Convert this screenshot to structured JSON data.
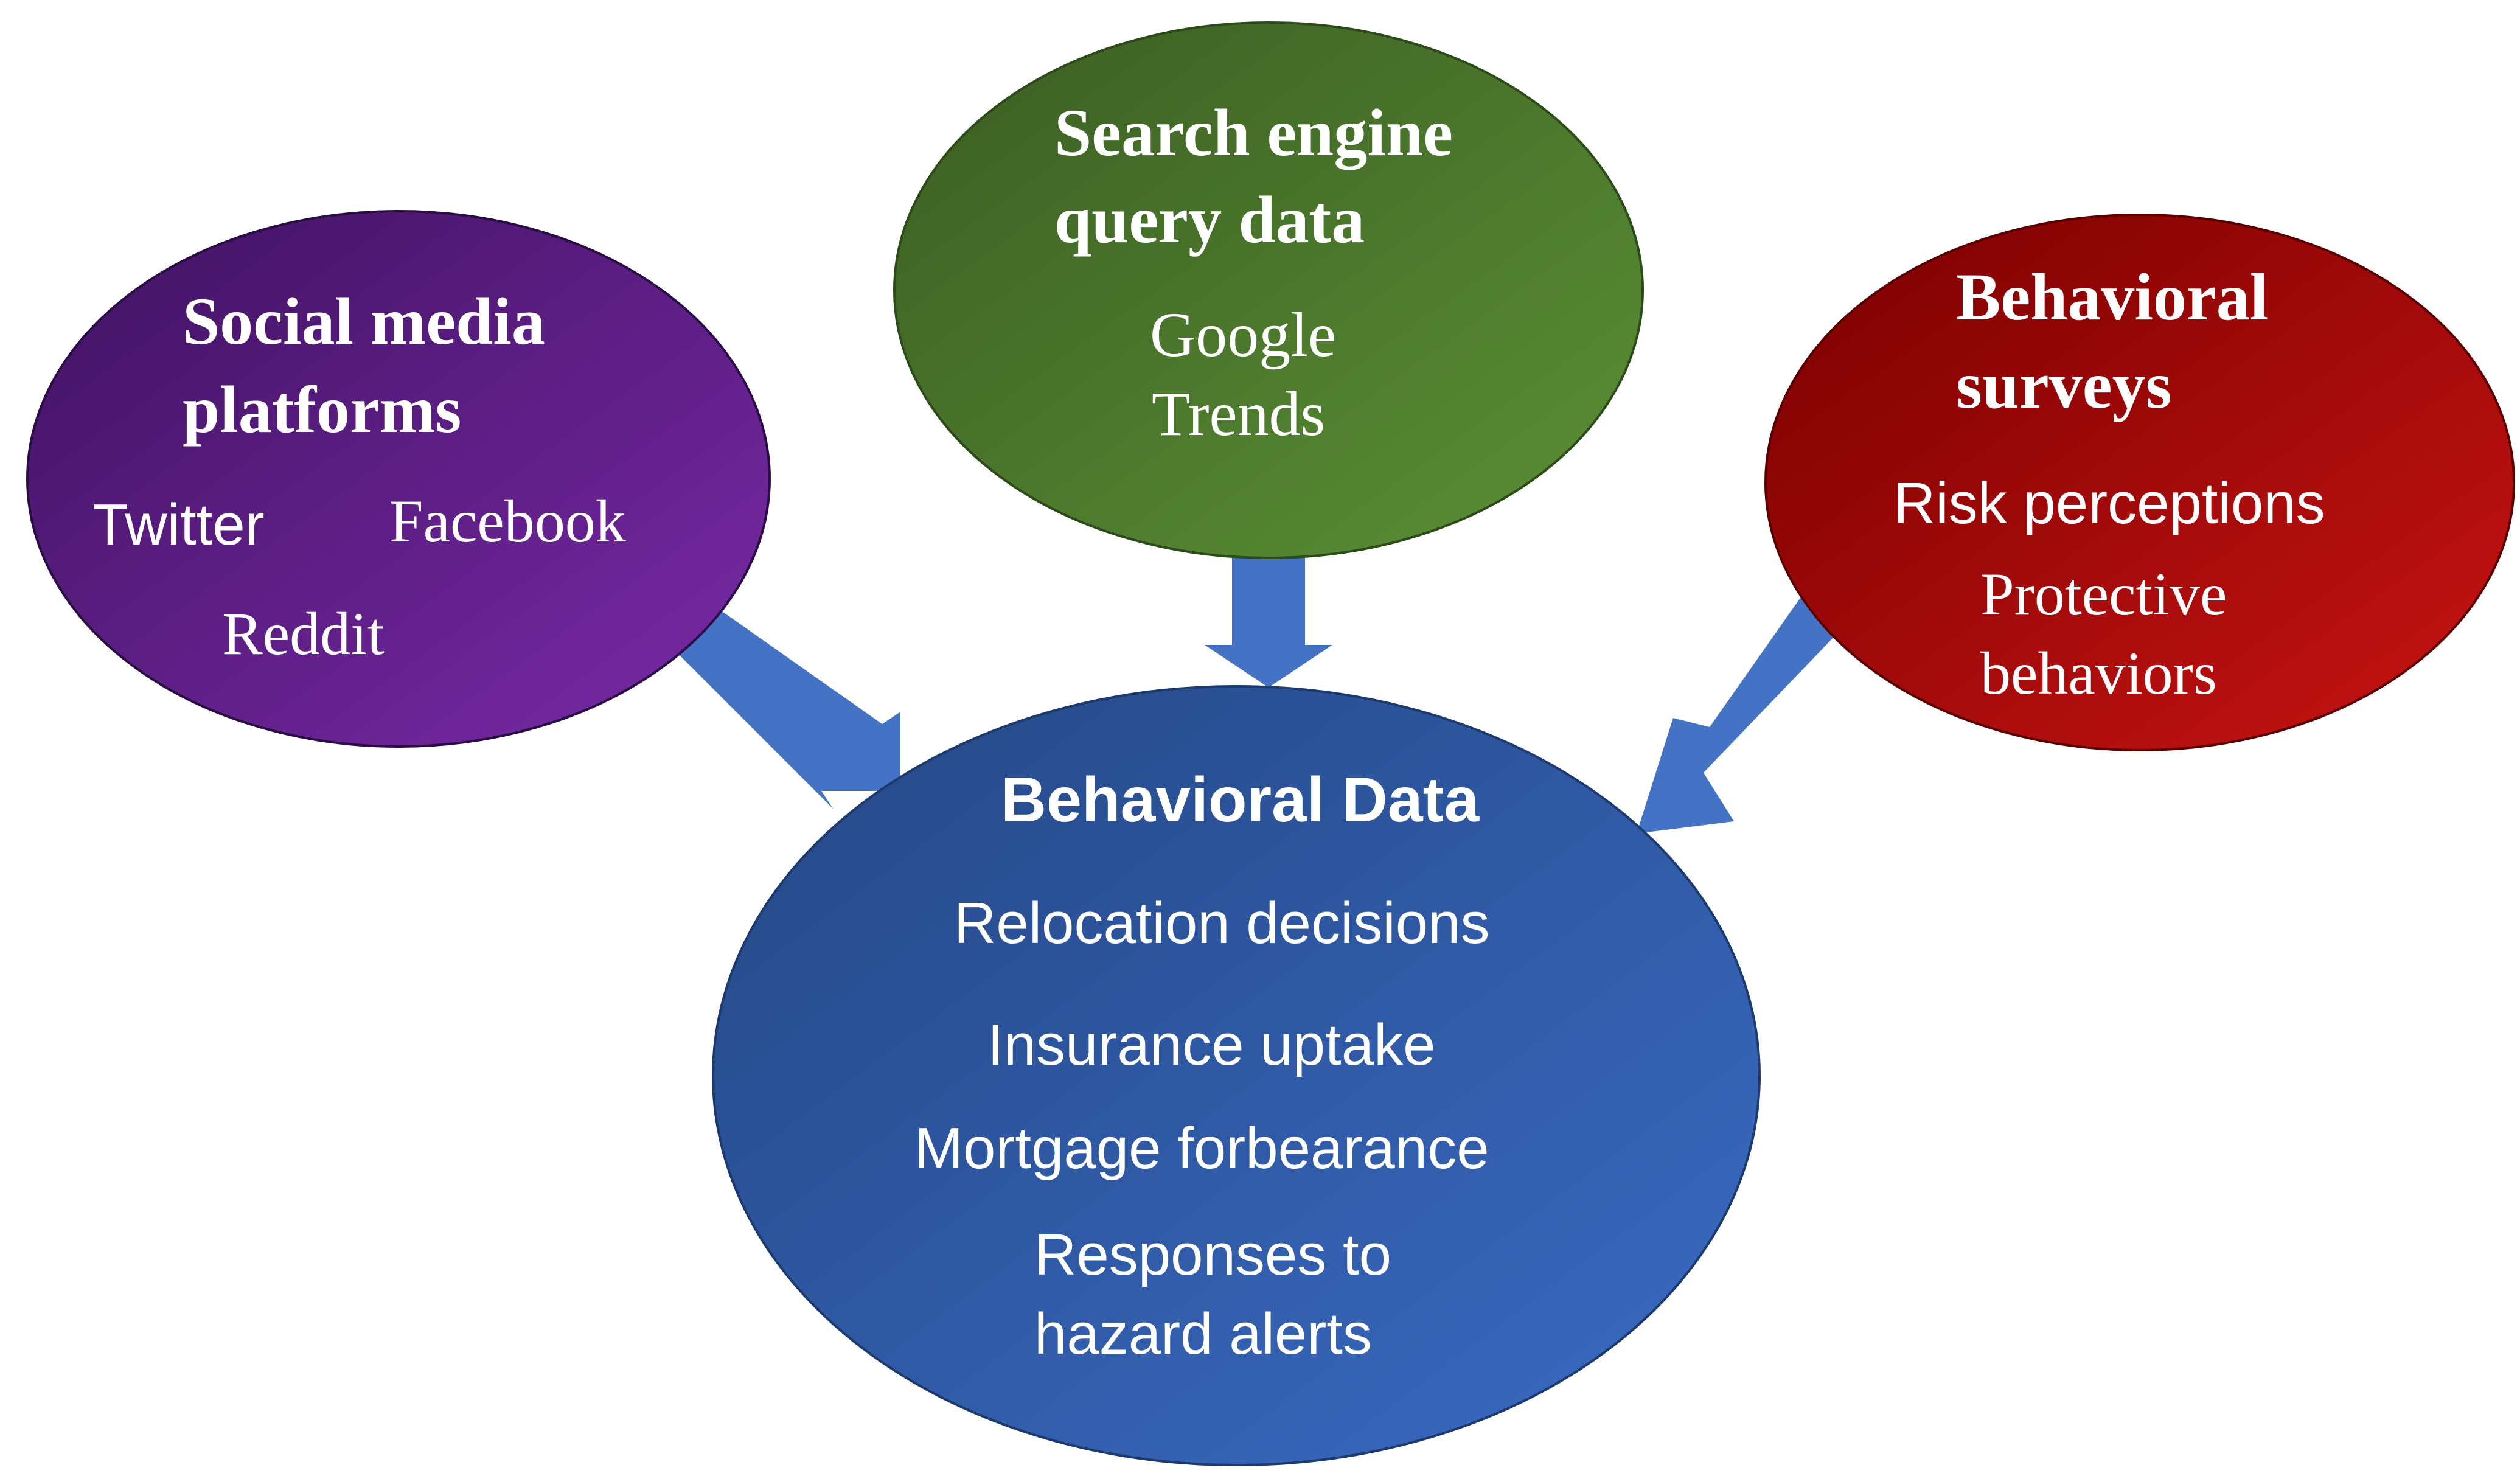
{
  "nodes": {
    "social": {
      "title_lines": [
        "Social media",
        "platforms"
      ],
      "items": [
        "Twitter",
        "Facebook",
        "Reddit"
      ]
    },
    "search": {
      "title_lines": [
        "Search engine",
        "query data"
      ],
      "items": [
        "Google",
        "Trends"
      ]
    },
    "surveys": {
      "title_lines": [
        "Behavioral",
        "surveys"
      ],
      "items": [
        "Risk perceptions",
        "Protective",
        "behaviors"
      ]
    },
    "center": {
      "title": "Behavioral Data",
      "items": [
        "Relocation decisions",
        "Insurance uptake",
        "Mortgage forbearance",
        "Responses to",
        "hazard alerts"
      ]
    }
  },
  "colors": {
    "social_dark": "#3f1260",
    "social_light": "#7a2aa8",
    "search_dark": "#3a5c22",
    "search_light": "#5c9136",
    "surveys_dark": "#7a0000",
    "surveys_light": "#c81414",
    "center_dark": "#244784",
    "center_light": "#3b6bc4",
    "arrow": "#4472c4"
  }
}
